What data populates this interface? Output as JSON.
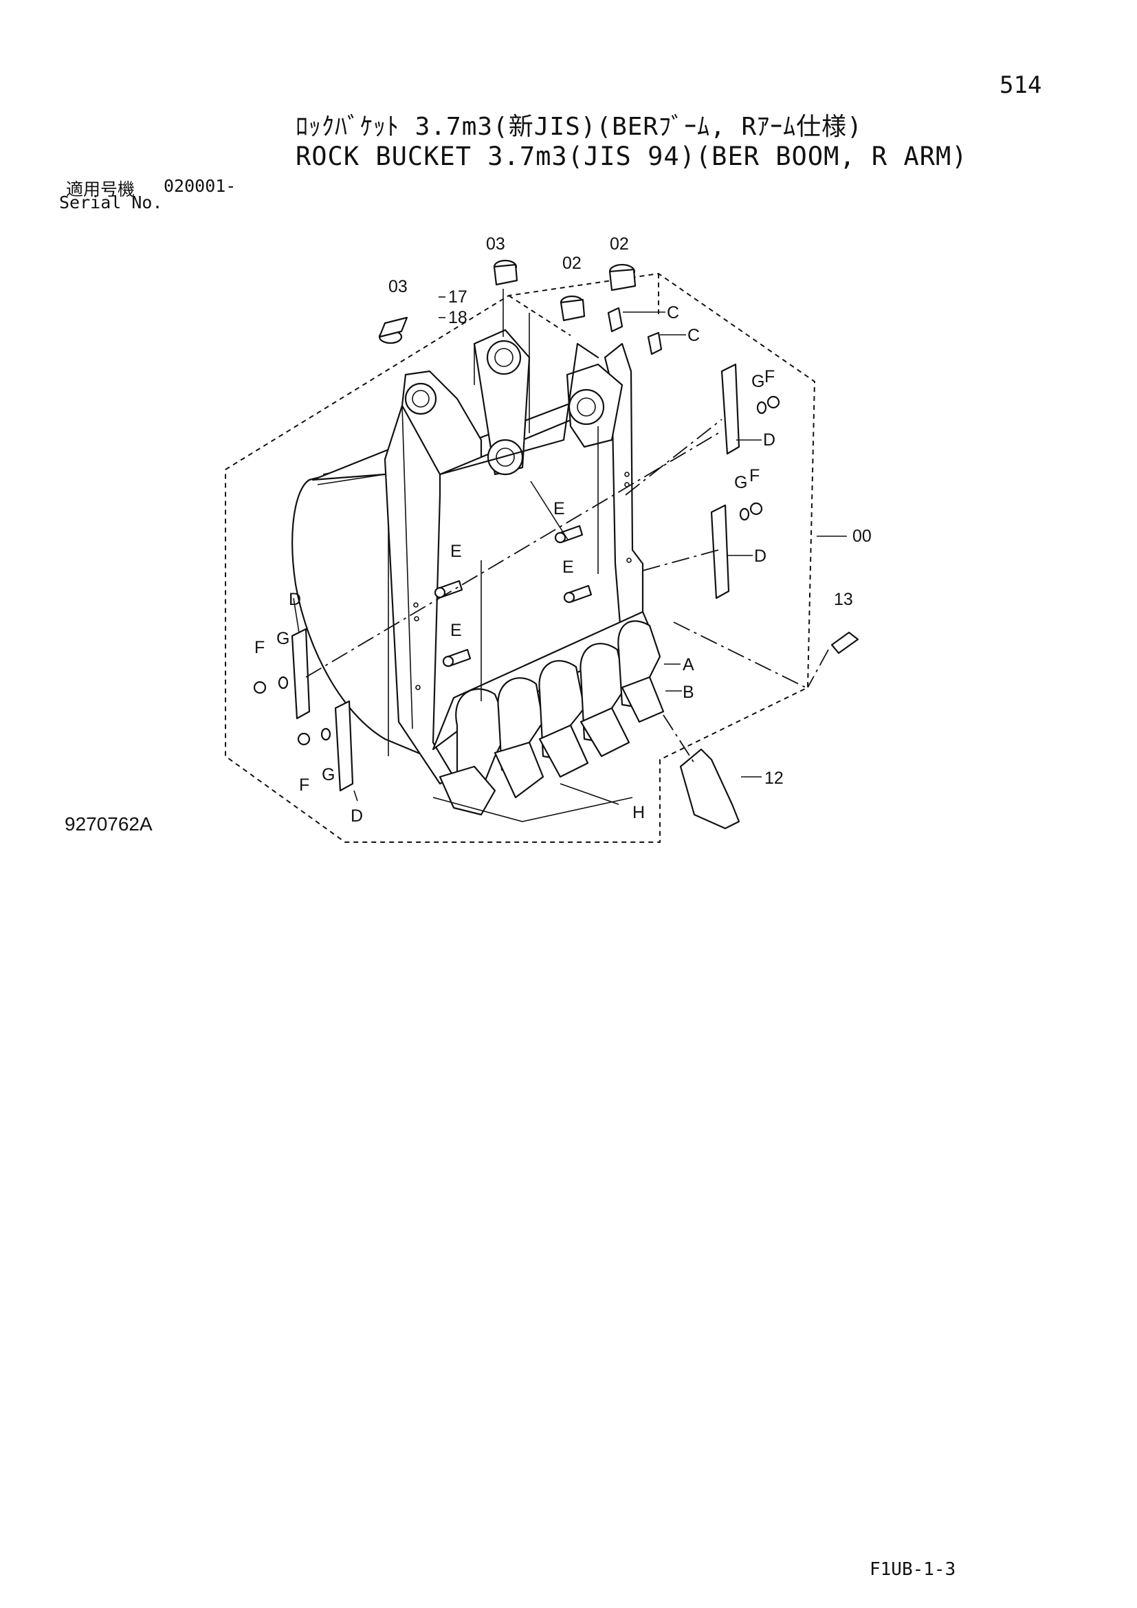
{
  "page_number": "514",
  "title_jp": "ﾛｯｸﾊﾞｹｯﾄ 3.7m3(新JIS)(BERﾌﾞｰﾑ, Rｱｰﾑ仕様)",
  "title_en": "ROCK BUCKET 3.7m3(JIS 94)(BER BOOM, R ARM)",
  "serial": {
    "label_jp": "適用号機",
    "value": "020001-",
    "label_en": "Serial No."
  },
  "drawing_number": "9270762A",
  "footer_code": "F1UB-1-3",
  "callouts": {
    "c00": "00",
    "c02a": "02",
    "c02b": "02",
    "c03a": "03",
    "c03b": "03",
    "c12": "12",
    "c13": "13",
    "c17": "17",
    "c18": "18",
    "cA": "A",
    "cB": "B",
    "cC1": "C",
    "cC2": "C",
    "cD1": "D",
    "cD2": "D",
    "cD3": "D",
    "cD4": "D",
    "cE1": "E",
    "cE2": "E",
    "cE3": "E",
    "cE4": "E",
    "cF1": "F",
    "cF2": "F",
    "cF3": "F",
    "cF4": "F",
    "cG1": "G",
    "cG2": "G",
    "cG3": "G",
    "cG4": "G",
    "cH": "H"
  }
}
